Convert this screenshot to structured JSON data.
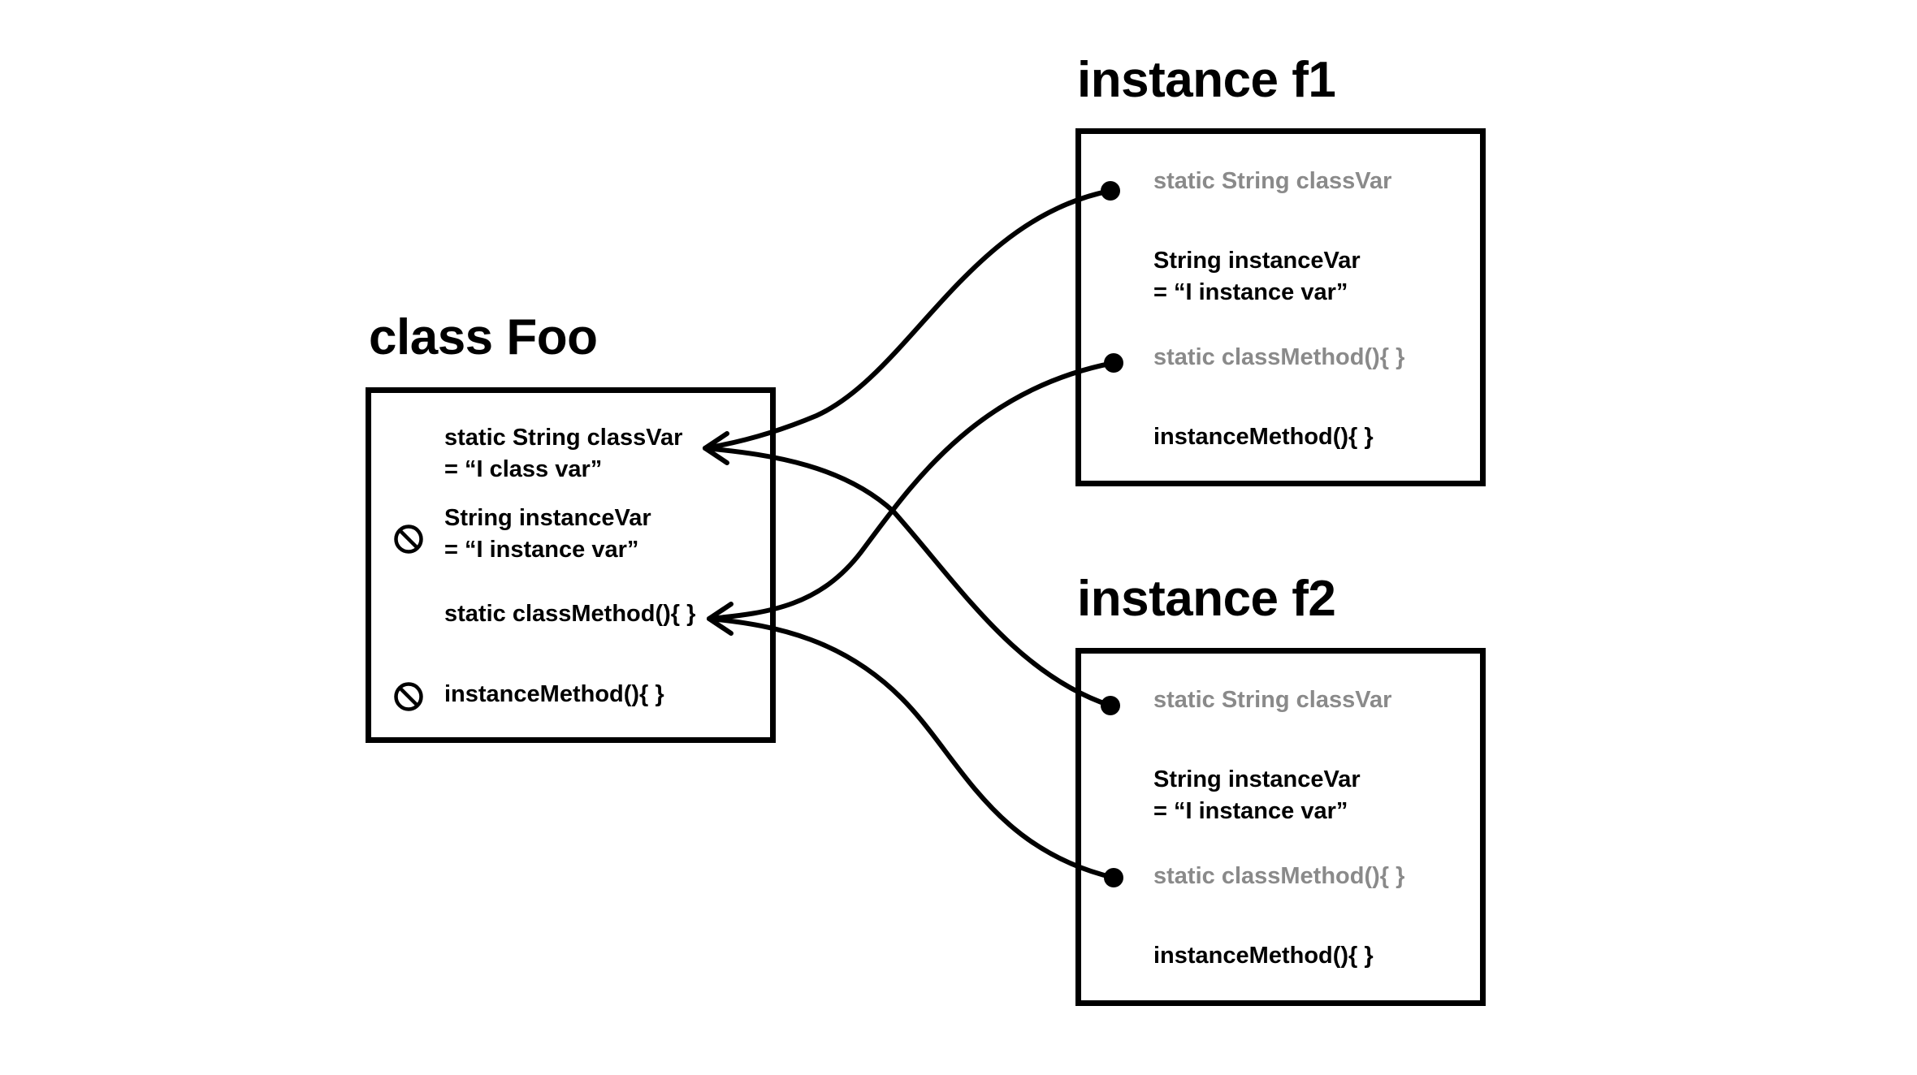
{
  "colors": {
    "ink": "#000000",
    "muted": "#8a8a8a",
    "background": "#ffffff"
  },
  "class_foo": {
    "title": "class Foo",
    "rows": [
      {
        "line1": "static String classVar",
        "line2": "= “I class var”",
        "inaccessible": false
      },
      {
        "line1": "String instanceVar",
        "line2": "= “I instance var”",
        "inaccessible": true
      },
      {
        "line1": "static classMethod(){    }",
        "inaccessible": false
      },
      {
        "line1": "instanceMethod(){    }",
        "inaccessible": true
      }
    ]
  },
  "instances": [
    {
      "title": "instance f1",
      "rows": [
        {
          "line1": "static String classVar",
          "muted": true
        },
        {
          "line1": "String instanceVar",
          "line2": "= “I instance var”",
          "muted": false
        },
        {
          "line1": "static classMethod(){    }",
          "muted": true
        },
        {
          "line1": "instanceMethod(){    }",
          "muted": false
        }
      ]
    },
    {
      "title": "instance f2",
      "rows": [
        {
          "line1": "static String classVar",
          "muted": true
        },
        {
          "line1": "String instanceVar",
          "line2": "= “I instance var”",
          "muted": false
        },
        {
          "line1": "static classMethod(){    }",
          "muted": true
        },
        {
          "line1": "instanceMethod(){    }",
          "muted": false
        }
      ]
    }
  ],
  "icons": {
    "no_access": "prohibited-icon",
    "reference_dot": "dot-icon",
    "arrow": "arrowhead-icon"
  }
}
